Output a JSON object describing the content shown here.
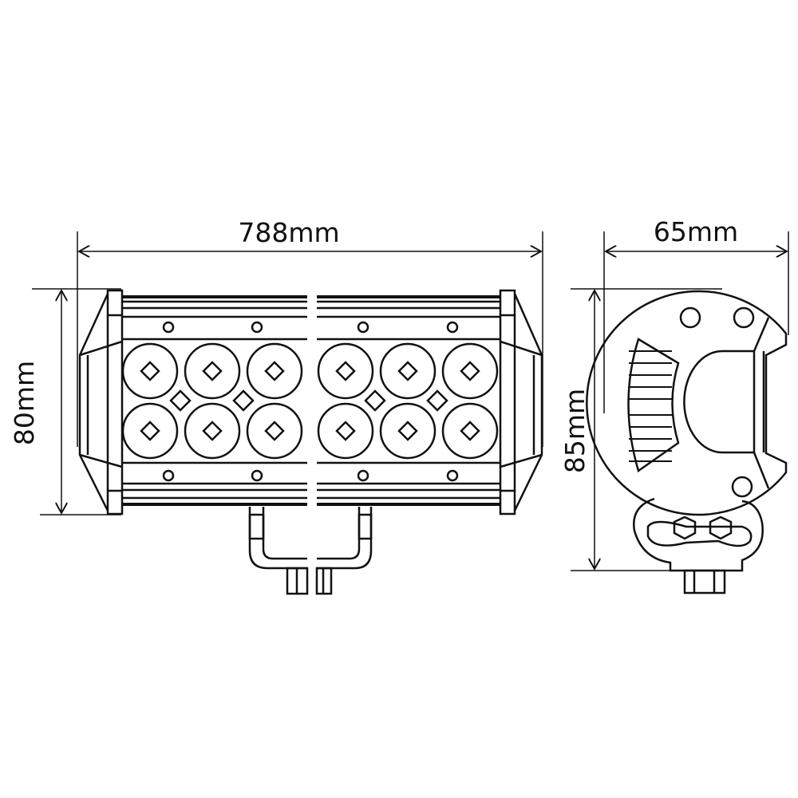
{
  "dimensions": {
    "length": "788mm",
    "front_height": "80mm",
    "depth": "65mm",
    "side_height": "85mm"
  },
  "front_view": {
    "led_columns": 6,
    "led_rows": 2
  },
  "colors": {
    "line": "#111111",
    "background": "#ffffff"
  }
}
